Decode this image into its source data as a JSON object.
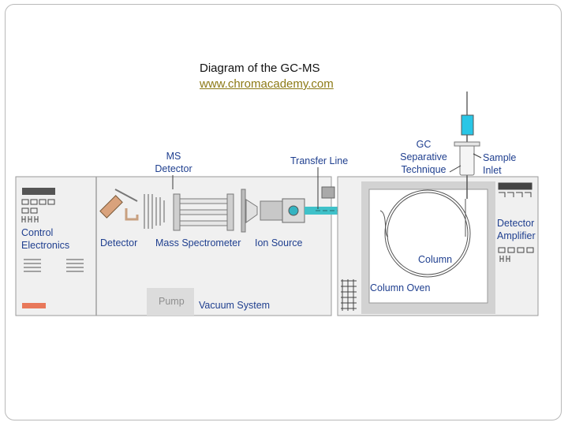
{
  "title": "Diagram of the GC-MS",
  "url": "www.chromacademy.com",
  "labels": {
    "ms_detector_1": "MS",
    "ms_detector_2": "Detector",
    "transfer_line": "Transfer Line",
    "gc_1": "GC",
    "gc_2": "Separative",
    "gc_3": "Technique",
    "sample_inlet_1": "Sample",
    "sample_inlet_2": "Inlet",
    "control_1": "Control",
    "control_2": "Electronics",
    "detector": "Detector",
    "mass_spectrometer": "Mass Spectrometer",
    "ion_source": "Ion Source",
    "pump": "Pump",
    "vacuum_system": "Vacuum System",
    "column": "Column",
    "column_oven": "Column Oven",
    "detector_amplifier_1": "Detector",
    "detector_amplifier_2": "Amplifier"
  },
  "colors": {
    "label_text": "#1f3f8f",
    "url": "#8d7a16",
    "panel": "#f0f0f0",
    "oven": "#d2d2d2",
    "transfer": "#3fc1c9",
    "syringe": "#29c6e6",
    "indicator": "#e8785a"
  }
}
